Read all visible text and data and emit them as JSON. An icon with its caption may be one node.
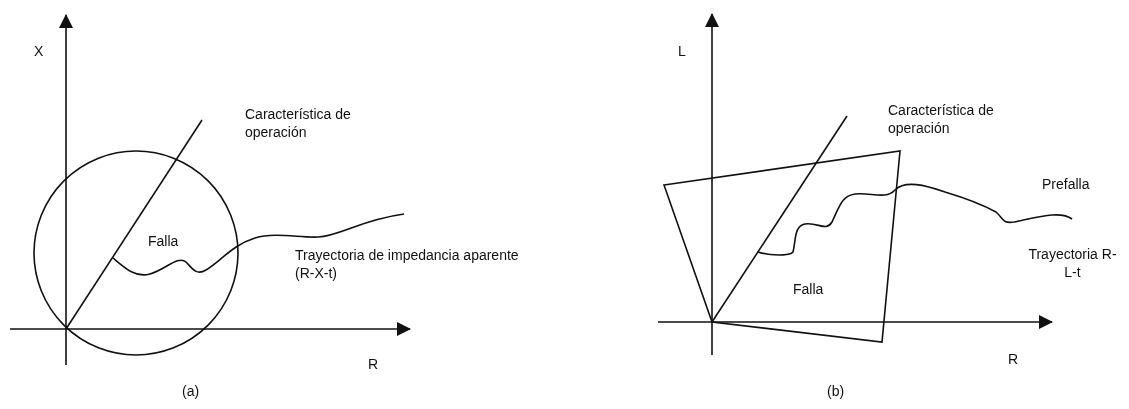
{
  "diagram": {
    "labels": [
      "X",
      "Característica de operación",
      "Falla",
      "Trayectoria de impedancia aparente (R-X-t)",
      "R",
      "(a)",
      "L",
      "Característica de operación",
      "Prefalla",
      "Trayectoria R-L-t",
      "Falla",
      "R",
      "(b)"
    ]
  }
}
